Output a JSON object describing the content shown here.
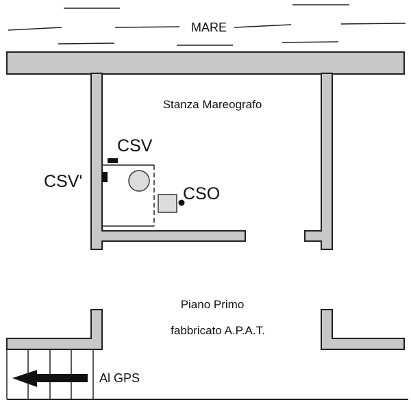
{
  "labels": {
    "sea": "MARE",
    "room": "Stanza Mareografo",
    "csv": "CSV",
    "csv_prime": "CSV'",
    "cso": "CSO",
    "floor_line1": "Piano Primo",
    "floor_line2": "fabbricato A.P.A.T.",
    "gps": "Al GPS"
  },
  "colors": {
    "wall": "#c8c8c8",
    "equipment": "#dcdcdc",
    "ink": "#111111"
  }
}
